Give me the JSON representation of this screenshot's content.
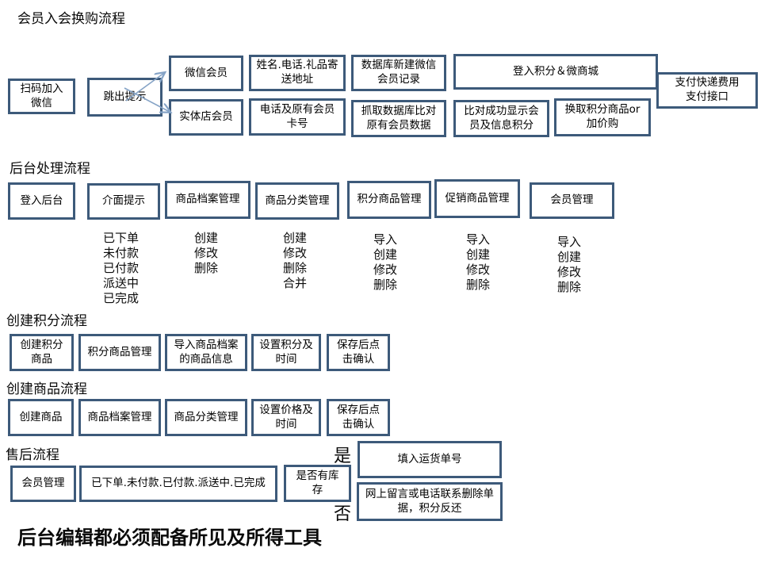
{
  "colors": {
    "box_border": "#3d5a7a",
    "arrow": "#85a3c6",
    "text": "#000000"
  },
  "flow_membership": {
    "title": "会员入会换购流程",
    "boxes": {
      "scan_join_wechat": "扫码加入\n微信",
      "popup_prompt": "跳出提示",
      "wechat_member": "微信会员",
      "store_member": "实体店会员",
      "name_phone_gift_address": "姓名.电话.礼品寄\n送地址",
      "phone_and_card_no": "电话及原有会员\n卡号",
      "db_new_wechat_record": "数据库新建微信\n会员记录",
      "db_compare_members": "抓取数据库比对\n原有会员数据",
      "login_points_mall": "登入积分＆微商城",
      "compare_success_show": "比对成功显示会\n员及信息积分",
      "redeem_points_or_addon": "换取积分商品or\n加价购",
      "pay_shipping_interface": "支付快递费用\n支付接口"
    }
  },
  "flow_backend": {
    "title": "后台处理流程",
    "boxes": {
      "login_backend": "登入后台",
      "interface_prompt": "介面提示",
      "product_archive_mgmt": "商品档案管理",
      "product_category_mgmt": "商品分类管理",
      "points_product_mgmt": "积分商品管理",
      "promo_product_mgmt": "促销商品管理",
      "member_mgmt": "会员管理"
    },
    "lists": {
      "order_status": [
        "已下单",
        "未付款",
        "已付款",
        "派送中",
        "已完成"
      ],
      "archive_ops": [
        "创建",
        "修改",
        "删除"
      ],
      "category_ops": [
        "创建",
        "修改",
        "删除",
        "合并"
      ],
      "points_ops": [
        "导入",
        "创建",
        "修改",
        "删除"
      ],
      "promo_ops": [
        "导入",
        "创建",
        "修改",
        "删除"
      ],
      "member_ops": [
        "导入",
        "创建",
        "修改",
        "删除"
      ]
    }
  },
  "flow_create_points": {
    "title": "创建积分流程",
    "boxes": {
      "create_points_product": "创建积分\n商品",
      "points_product_mgmt": "积分商品管理",
      "import_archive_info": "导入商品档案\n的商品信息",
      "set_points_time": "设置积分及\n时间",
      "save_confirm": "保存后点\n击确认"
    }
  },
  "flow_create_product": {
    "title": "创建商品流程",
    "boxes": {
      "create_product": "创建商品",
      "product_archive_mgmt": "商品档案管理",
      "product_category_mgmt": "商品分类管理",
      "set_price_time": "设置价格及\n时间",
      "save_confirm": "保存后点\n击确认"
    }
  },
  "flow_aftersales": {
    "title": "售后流程",
    "boxes": {
      "member_mgmt": "会员管理",
      "order_status_line": "已下单.未付款.已付款.派送中.已完成",
      "has_stock": "是否有库\n存",
      "fill_tracking_no": "填入运货单号",
      "online_msg_delete": "网上留言或电话联系删除单\n据，积分反还"
    },
    "yes_label": "是",
    "no_label": "否"
  },
  "footer": {
    "note": "后台编辑都必须配备所见及所得工具"
  }
}
